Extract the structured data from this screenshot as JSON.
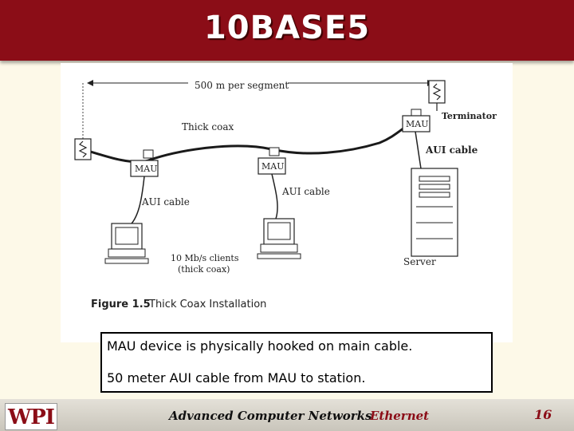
{
  "slide": {
    "title": "10BASE5"
  },
  "figure": {
    "segment_label": "500 m per segment",
    "thick_coax_label": "Thick coax",
    "terminator_label": "Terminator",
    "mau_label": "MAU",
    "aui_cable_label": "AUI cable",
    "clients_label_line1": "10 Mb/s clients",
    "clients_label_line2": "(thick coax)",
    "server_label": "Server",
    "figure_number": "Figure 1.5",
    "figure_title": "Thick Coax Installation"
  },
  "caption": {
    "line1": "MAU device is physically hooked on main cable.",
    "line2": "50 meter AUI cable from MAU to station."
  },
  "footer": {
    "logo": "WPI",
    "course": "Advanced Computer Networks",
    "topic": "Ethernet",
    "page": "16"
  }
}
